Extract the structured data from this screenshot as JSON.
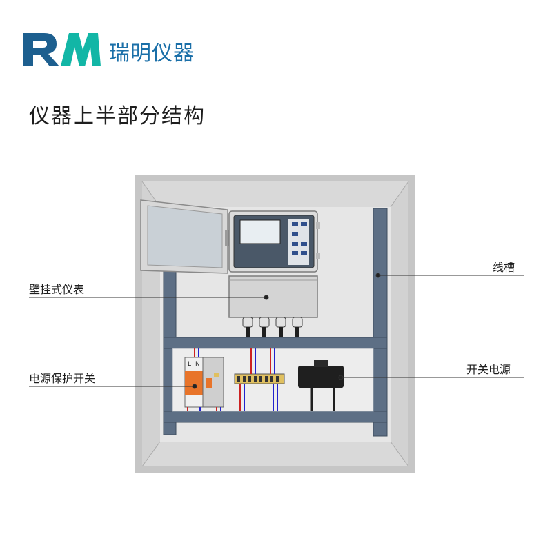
{
  "logo": {
    "mark_text": "RM",
    "brand_name": "瑞明仪器",
    "colors": {
      "dark": "#1d5f8f",
      "accent": "#12b6a6"
    }
  },
  "title": "仪器上半部分结构",
  "labels": {
    "wall_meter": "壁挂式仪表",
    "cable_trough": "线槽",
    "power_switch": "电源保护开关",
    "switching_power": "开关电源",
    "breaker_l": "L",
    "breaker_n": "N"
  },
  "colors": {
    "cabinet_frame": "#c9c9c9",
    "cabinet_inner": "#e4e4e4",
    "rail": "#5d6f85",
    "meter_body": "#dcdcdc",
    "meter_button": "#2f4f8c",
    "breaker_orange": "#e8742a",
    "psu": "#1f1f1f"
  }
}
